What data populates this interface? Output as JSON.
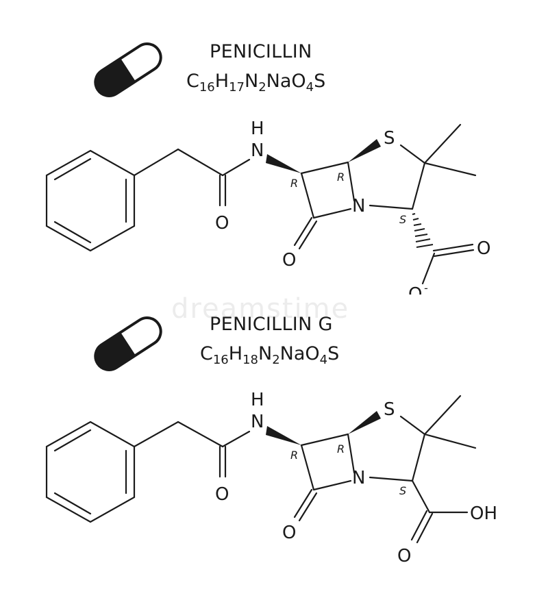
{
  "watermark": "dreamstime",
  "panels": [
    {
      "name": "PENICILLIN",
      "formula": {
        "C": "16",
        "H": "17",
        "N": "2",
        "Na": "Na",
        "O": "4",
        "S": "S"
      },
      "icon": "capsule-pill-icon",
      "atoms": {
        "nh_h": "H",
        "nh_n": "N",
        "amide_o": "O",
        "s_ring": "S",
        "n_ring": "N",
        "lactam_o": "O",
        "carboxyl_o": "O",
        "carboxyl_o2": "O",
        "charge": "-",
        "stereo_r1": "R",
        "stereo_r2": "R",
        "stereo_s": "S"
      }
    },
    {
      "name": "PENICILLIN G",
      "formula": {
        "C": "16",
        "H": "18",
        "N": "2",
        "Na": "Na",
        "O": "4",
        "S": "S"
      },
      "icon": "capsule-pill-icon",
      "atoms": {
        "nh_h": "H",
        "nh_n": "N",
        "amide_o": "O",
        "s_ring": "S",
        "n_ring": "N",
        "lactam_o": "O",
        "carboxyl_o": "O",
        "carboxyl_oh": "OH",
        "stereo_r1": "R",
        "stereo_r2": "R",
        "stereo_s": "S"
      }
    }
  ]
}
